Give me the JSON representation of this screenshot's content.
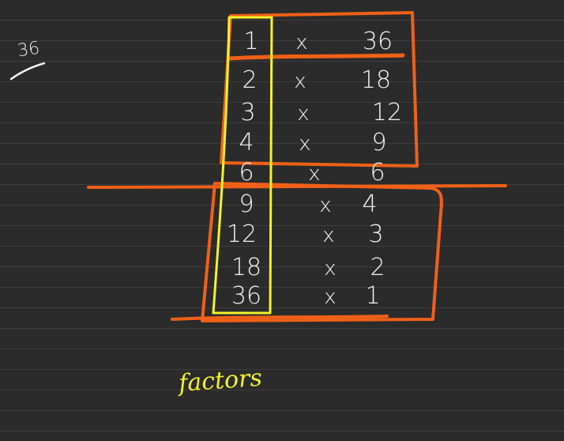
{
  "note_top_left": "36",
  "rows": [
    {
      "a": "1",
      "op": "x",
      "b": "36"
    },
    {
      "a": "2",
      "op": "x",
      "b": "18"
    },
    {
      "a": "3",
      "op": "x",
      "b": "12"
    },
    {
      "a": "4",
      "op": "x",
      "b": "9"
    },
    {
      "a": "6",
      "op": "x",
      "b": "6"
    },
    {
      "a": "9",
      "op": "x",
      "b": "4"
    },
    {
      "a": "12",
      "op": "x",
      "b": "3"
    },
    {
      "a": "18",
      "op": "x",
      "b": "2"
    },
    {
      "a": "36",
      "op": "x",
      "b": "1"
    }
  ],
  "bottom_label": "factors",
  "colors": {
    "background": "#2b2b2b",
    "ink": "#f2f2f2",
    "orange": "#f06018",
    "yellow": "#f3f32a"
  }
}
